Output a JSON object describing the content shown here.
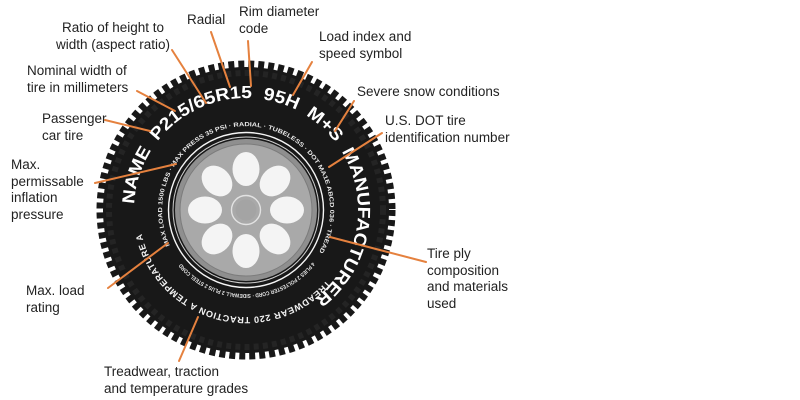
{
  "tire": {
    "sidewall_main_text": "NAME  P215/65R15  95H  M+S  MANUFACTURER",
    "sidewall_ring_top_text": "MAX LOAD 1500 LBS · MAX PRESS 35 PSI · RADIAL · TUBELESS · DOT MA1E ABCD 036 · TREAD",
    "sidewall_ring_bottom_text": "4 PLIES 2 POLYESTER CORD · SIDEWALL 2 PLUS 2 STEEL CORD",
    "sidewall_grades_text": "TREADWEAR 220 TRACTION A TEMPERATURE A",
    "colors": {
      "tire": "#181818",
      "wheel": "#a9a9a9",
      "wheel_hole": "#f4f4f4",
      "sidewall_text": "#ffffff",
      "leader_line": "#e5813e",
      "label_text": "#222222"
    }
  },
  "labels": [
    {
      "id": "aspect-ratio",
      "lines": [
        "Ratio of height to",
        "width (aspect ratio)"
      ]
    },
    {
      "id": "radial",
      "lines": [
        "Radial"
      ]
    },
    {
      "id": "rim-diameter",
      "lines": [
        "Rim diameter",
        "code"
      ]
    },
    {
      "id": "load-index",
      "lines": [
        "Load index and",
        "speed symbol"
      ]
    },
    {
      "id": "severe-snow",
      "lines": [
        "Severe snow conditions"
      ]
    },
    {
      "id": "dot-id",
      "lines": [
        "U.S. DOT tire",
        "identification number"
      ]
    },
    {
      "id": "passenger",
      "lines": [
        "Passenger",
        "car tire"
      ]
    },
    {
      "id": "nominal-width",
      "lines": [
        "Nominal width of",
        "tire in millimeters"
      ]
    },
    {
      "id": "inflation-pressure",
      "lines": [
        "Max.",
        "permissable",
        "inflation",
        "pressure"
      ]
    },
    {
      "id": "load-rating",
      "lines": [
        "Max. load",
        "rating"
      ]
    },
    {
      "id": "tire-ply",
      "lines": [
        "Tire ply",
        "composition",
        "and materials",
        "used"
      ]
    },
    {
      "id": "treadwear",
      "lines": [
        "Treadwear, traction",
        "and temperature grades"
      ]
    }
  ]
}
